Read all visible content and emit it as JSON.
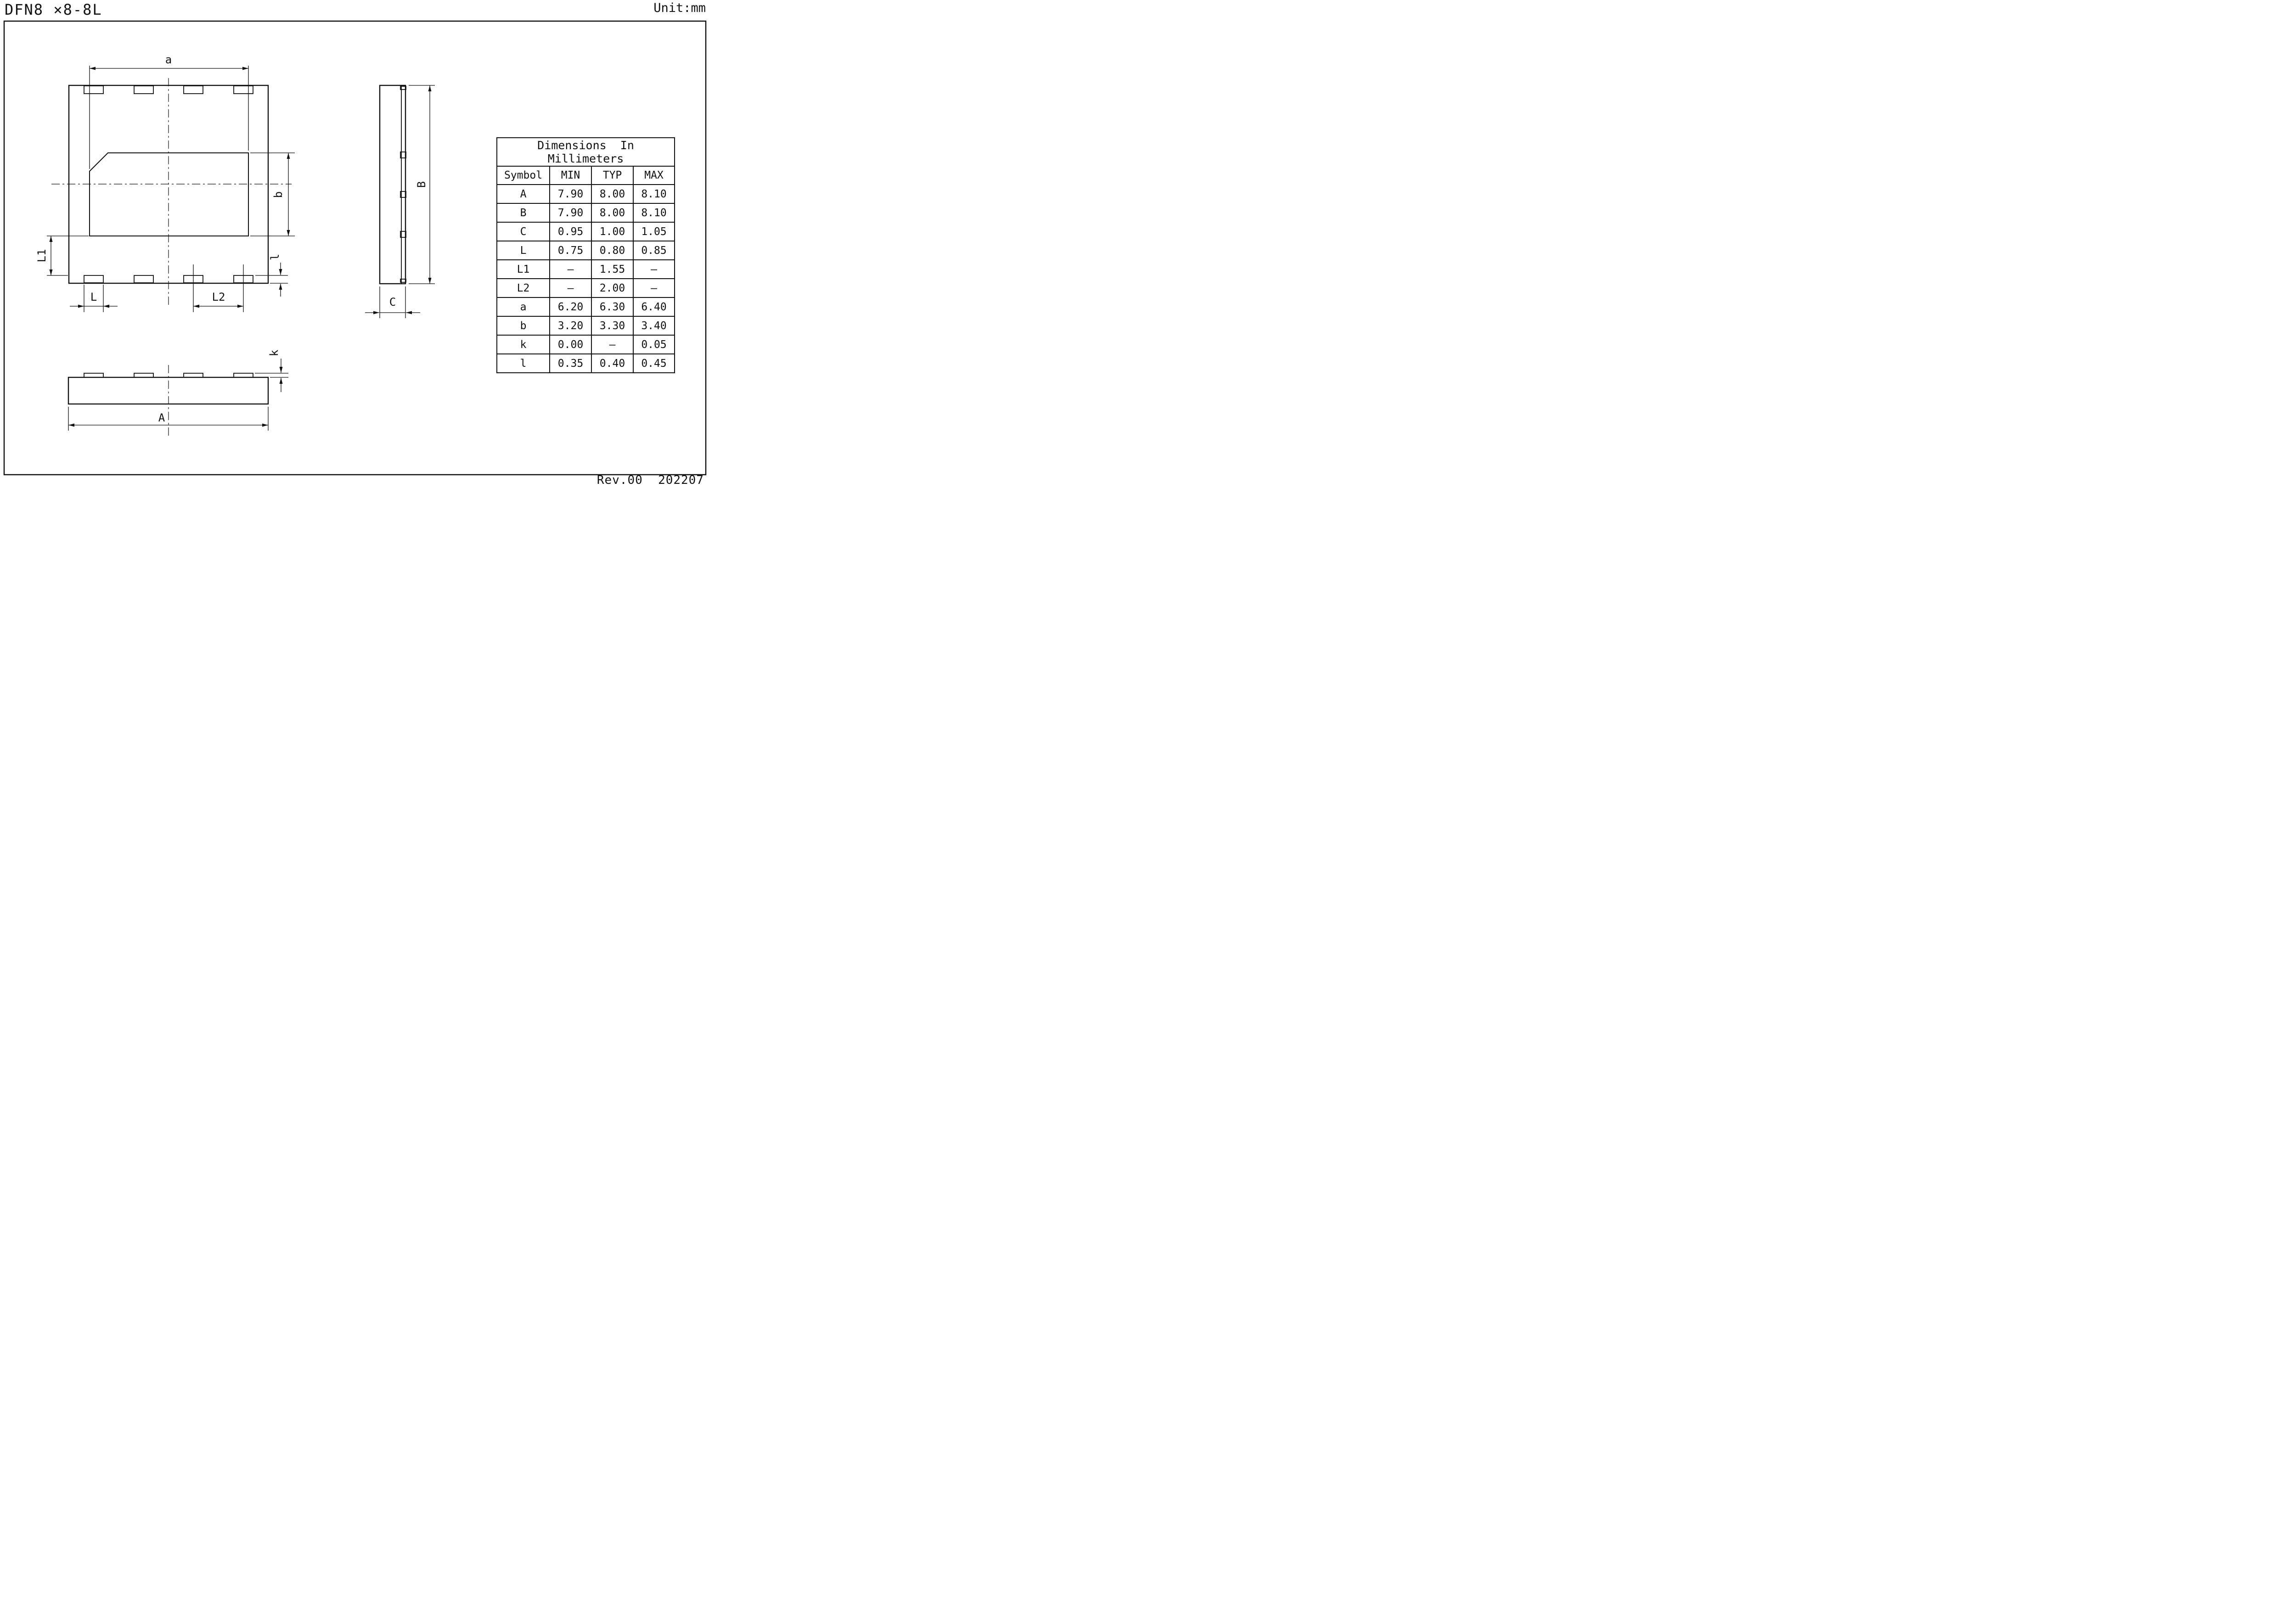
{
  "page": {
    "title": "DFN8 ×8-8L",
    "unit_label": "Unit:mm",
    "revision": "Rev.00  202207",
    "ink_color": "#111111",
    "background_color": "#ffffff"
  },
  "drawing": {
    "labels": {
      "dim_a": "a",
      "dim_b": "b",
      "dim_L1": "L1",
      "dim_L": "L",
      "dim_L2": "L2",
      "dim_l": "l",
      "dim_B": "B",
      "dim_C": "C",
      "dim_k": "k",
      "dim_A": "A"
    }
  },
  "table": {
    "title_line1": "Dimensions  In",
    "title_line2": "Millimeters",
    "headers": [
      "Symbol",
      "MIN",
      "TYP",
      "MAX"
    ],
    "rows": [
      {
        "symbol": "A",
        "min": "7.90",
        "typ": "8.00",
        "max": "8.10"
      },
      {
        "symbol": "B",
        "min": "7.90",
        "typ": "8.00",
        "max": "8.10"
      },
      {
        "symbol": "C",
        "min": "0.95",
        "typ": "1.00",
        "max": "1.05"
      },
      {
        "symbol": "L",
        "min": "0.75",
        "typ": "0.80",
        "max": "0.85"
      },
      {
        "symbol": "L1",
        "min": "–",
        "typ": "1.55",
        "max": "–"
      },
      {
        "symbol": "L2",
        "min": "–",
        "typ": "2.00",
        "max": "–"
      },
      {
        "symbol": "a",
        "min": "6.20",
        "typ": "6.30",
        "max": "6.40"
      },
      {
        "symbol": "b",
        "min": "3.20",
        "typ": "3.30",
        "max": "3.40"
      },
      {
        "symbol": "k",
        "min": "0.00",
        "typ": "–",
        "max": "0.05"
      },
      {
        "symbol": "l",
        "min": "0.35",
        "typ": "0.40",
        "max": "0.45"
      }
    ]
  }
}
